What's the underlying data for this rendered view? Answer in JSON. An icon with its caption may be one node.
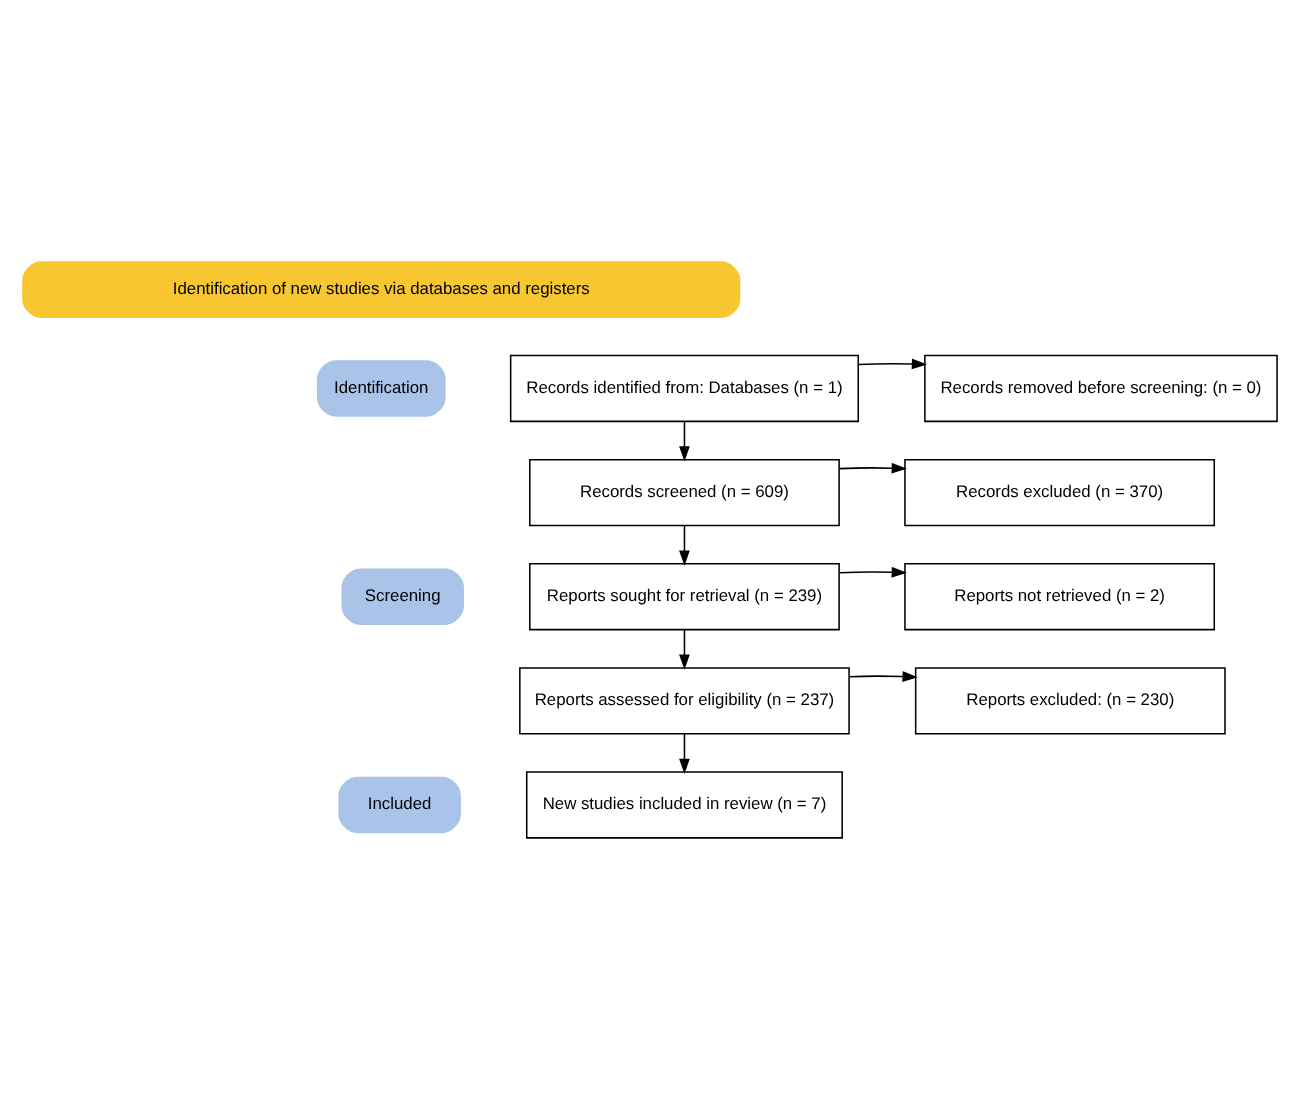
{
  "diagram": {
    "nodes": [
      {
        "text": [
          "Identification of new studies via databases and registers"
        ]
      },
      {
        "text": [
          "Identification"
        ]
      },
      {
        "text": [
          "Records identified from: Databases (n = 1)"
        ]
      },
      {
        "text": [
          "Records removed before screening: (n = 0)"
        ]
      },
      {
        "text": [
          "Screening"
        ]
      },
      {
        "text": [
          "Records screened (n = 609)"
        ]
      },
      {
        "text": [
          "Records excluded (n = 370)"
        ]
      },
      {
        "text": [
          "Reports sought for retrieval (n = 239)"
        ]
      },
      {
        "text": [
          "Reports not retrieved (n = 2)"
        ]
      },
      {
        "text": [
          "Reports assessed for eligibility (n = 237)"
        ]
      },
      {
        "text": [
          "Reports excluded: (n = 230)"
        ]
      },
      {
        "text": [
          "Included"
        ]
      },
      {
        "text": [
          "New studies included in review (n = 7)"
        ]
      }
    ],
    "edges": [
      {
        "from": 2,
        "to": 3,
        "arrow": "to"
      },
      {
        "from": 2,
        "to": 5,
        "arrow": "to"
      },
      {
        "from": 5,
        "to": 6,
        "arrow": "to"
      },
      {
        "from": 5,
        "to": 7,
        "arrow": "to"
      },
      {
        "from": 7,
        "to": 8,
        "arrow": "to"
      },
      {
        "from": 7,
        "to": 9,
        "arrow": "to"
      },
      {
        "from": 9,
        "to": 10,
        "arrow": "to"
      },
      {
        "from": 9,
        "to": 12,
        "arrow": "to"
      }
    ]
  }
}
